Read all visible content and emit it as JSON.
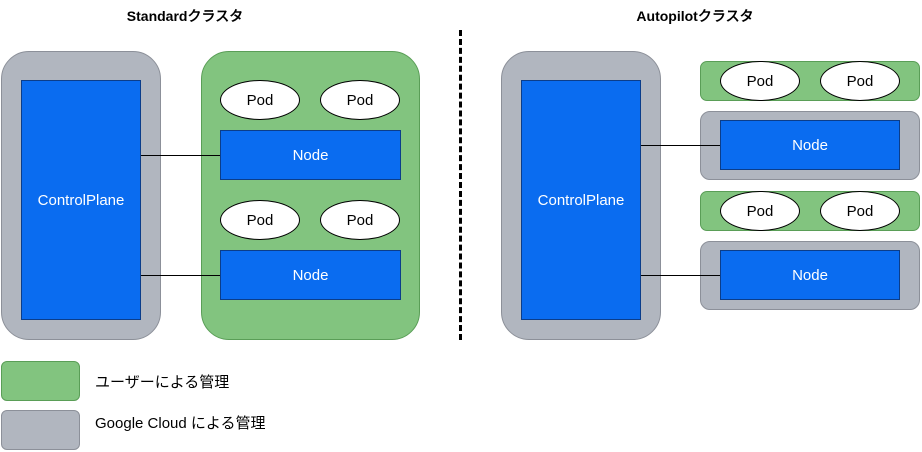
{
  "standard": {
    "title": "Standardクラスタ",
    "control_plane": "ControlPlane",
    "node_groups": [
      {
        "pods": [
          "Pod",
          "Pod"
        ],
        "node": "Node"
      },
      {
        "pods": [
          "Pod",
          "Pod"
        ],
        "node": "Node"
      }
    ]
  },
  "autopilot": {
    "title": "Autopilotクラスタ",
    "control_plane": "ControlPlane",
    "node_groups": [
      {
        "pods": [
          "Pod",
          "Pod"
        ],
        "node": "Node"
      },
      {
        "pods": [
          "Pod",
          "Pod"
        ],
        "node": "Node"
      }
    ]
  },
  "legend": {
    "user_managed": "ユーザーによる管理",
    "google_managed": "Google Cloud による管理"
  },
  "colors": {
    "user_managed": "#82c47f",
    "google_managed": "#b1b6bf",
    "component": "#0a6cf0"
  }
}
